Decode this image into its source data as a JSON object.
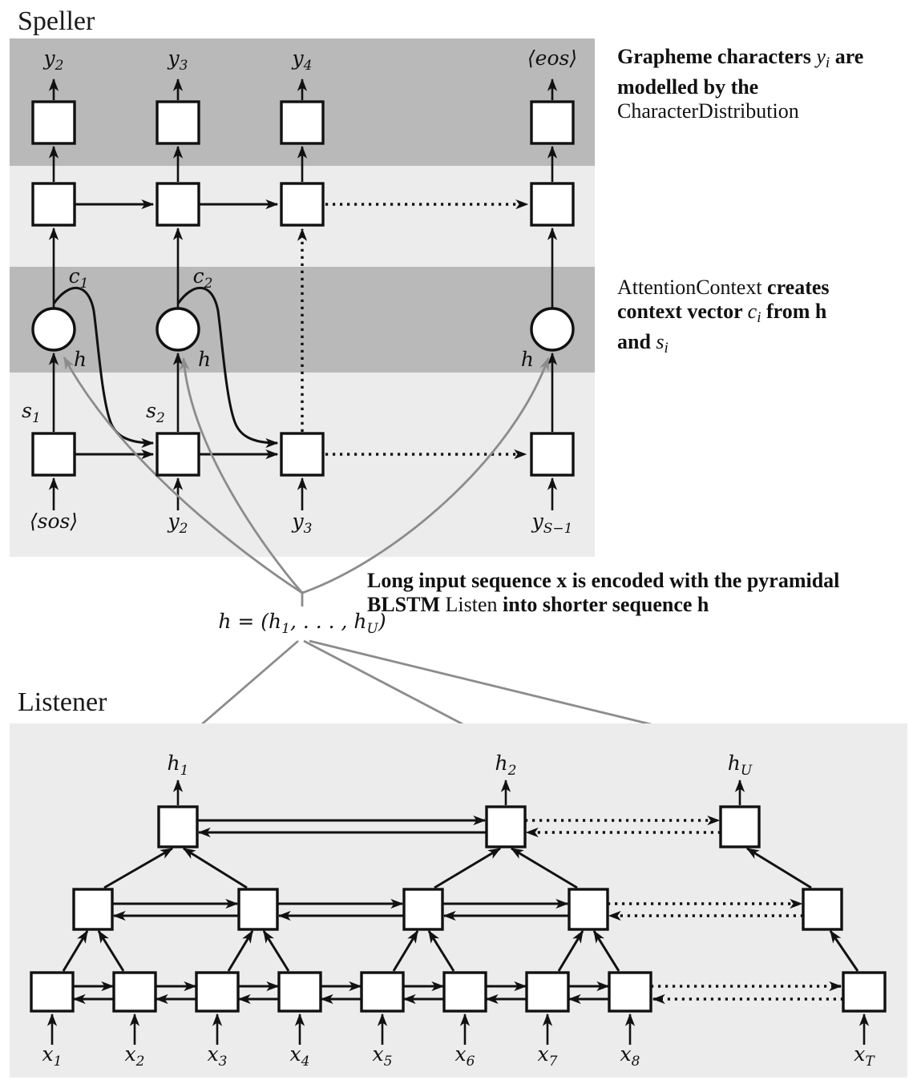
{
  "colors": {
    "ink": "#111111",
    "line_gray": "#8c8c8c",
    "band_dark": "#b9b9b9",
    "band_light": "#ececec"
  },
  "titles": {
    "speller": "Speller",
    "listener": "Listener"
  },
  "speller": {
    "outputs": [
      {
        "b": "y",
        "s": "2"
      },
      {
        "b": "y",
        "s": "3"
      },
      {
        "b": "y",
        "s": "4"
      },
      {
        "b": "⟨eos⟩",
        "s": ""
      }
    ],
    "inputs": [
      {
        "b": "⟨sos⟩",
        "s": ""
      },
      {
        "b": "y",
        "s": "2"
      },
      {
        "b": "y",
        "s": "3"
      },
      {
        "b": "y",
        "s": "S−1"
      }
    ],
    "context": [
      {
        "b": "c",
        "s": "1"
      },
      {
        "b": "c",
        "s": "2"
      }
    ],
    "states": [
      {
        "b": "s",
        "s": "1"
      },
      {
        "b": "s",
        "s": "2"
      }
    ],
    "h_label": "h"
  },
  "equation": {
    "p1": "h = (h",
    "s1": "1",
    "p2": ", . . . , h",
    "s2": "U",
    "p3": ")"
  },
  "listener": {
    "outputs": [
      {
        "b": "h",
        "s": "1"
      },
      {
        "b": "h",
        "s": "2"
      },
      {
        "b": "h",
        "s": "U"
      }
    ],
    "inputs": [
      {
        "b": "x",
        "s": "1"
      },
      {
        "b": "x",
        "s": "2"
      },
      {
        "b": "x",
        "s": "3"
      },
      {
        "b": "x",
        "s": "4"
      },
      {
        "b": "x",
        "s": "5"
      },
      {
        "b": "x",
        "s": "6"
      },
      {
        "b": "x",
        "s": "7"
      },
      {
        "b": "x",
        "s": "8"
      },
      {
        "b": "x",
        "s": "T"
      }
    ]
  },
  "annotations": {
    "grapheme": {
      "l1a": "Grapheme characters ",
      "l1b": "y",
      "l1c": "i",
      "l1d": " are",
      "l2": "modelled by the",
      "l3": "CharacterDistribution"
    },
    "attention": {
      "l1a": "AttentionContext",
      "l1b": " creates",
      "l2a": "context vector ",
      "l2b": "c",
      "l2c": "i",
      "l2d": " from ",
      "l2e": "h",
      "l3a": "and ",
      "l3b": "s",
      "l3c": "i"
    },
    "encode": {
      "l1": "Long input sequence x is encoded with the pyramidal",
      "l2a": "BLSTM ",
      "l2b": "Listen",
      "l2c": " into shorter sequence h"
    }
  }
}
